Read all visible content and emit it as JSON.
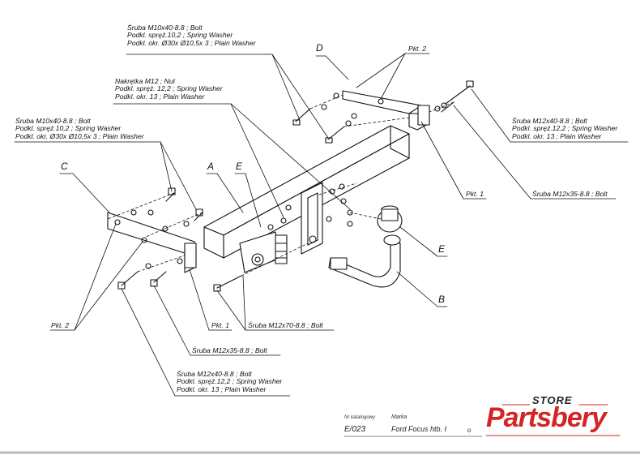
{
  "labels": {
    "top_bolt": [
      "Śruba M10x40-8.8 ;  Bolt",
      "Podkl. spręż.10,2 ; Spring Washer",
      "Podkl. okr.  Ø30x Ø10,5x 3 ; Plain Washer"
    ],
    "nut": [
      "Nakrętka  M12 ; Nut",
      "Podkl. spręż. 12,2 ; Spring Washer",
      "Podkl. okr. 13 ; Plain Washer"
    ],
    "left_bolt": [
      "Śruba M10x40-8.8 ;  Bolt",
      "Podkl. spręż.10,2 ; Spring Washer",
      "Podkl. okr.  Ø30x Ø10,5x 3 ; Plain Washer"
    ],
    "right_bolt": [
      "Śruba M12x40-8.8 ;  Bolt",
      "Podkl. spręż.12,2 ; Spring Washer",
      "Podkl. okr. 13 ; Plain Washer"
    ],
    "right_bolt2": "Śruba M12x35-8.8 ;  Bolt",
    "bottom_bolt": [
      "Śruba M12x40-8.8 ;  Bolt",
      "Podkl. spręż.12,2 ; Spring Washer",
      "Podkl. okr. 13 ; Plain Washer"
    ],
    "bottom_bolt2": "Śruba M12x35-8.8 ;  Bolt",
    "center_bolt": "Śruba M12x70-8.8 ;  Bolt",
    "pkt2_top": "Pkt. 2",
    "pkt1_right": "Pkt. 1",
    "pkt2_left": "Pkt. 2",
    "pkt1_left": "Pkt. 1",
    "part_d": "D",
    "part_c": "C",
    "part_a": "A",
    "part_e1": "E",
    "part_e2": "E",
    "part_b": "B"
  },
  "footer": {
    "catalog_label": "Nr katalogowy",
    "catalog_value": "E/023",
    "brand_label": "Marka",
    "brand_value": "Ford Focus htb. I",
    "suffix": "o"
  },
  "logo": {
    "top": "STORE",
    "main": "Partsbery"
  },
  "colors": {
    "ink": "#111111",
    "brand_red": "#d42424"
  }
}
